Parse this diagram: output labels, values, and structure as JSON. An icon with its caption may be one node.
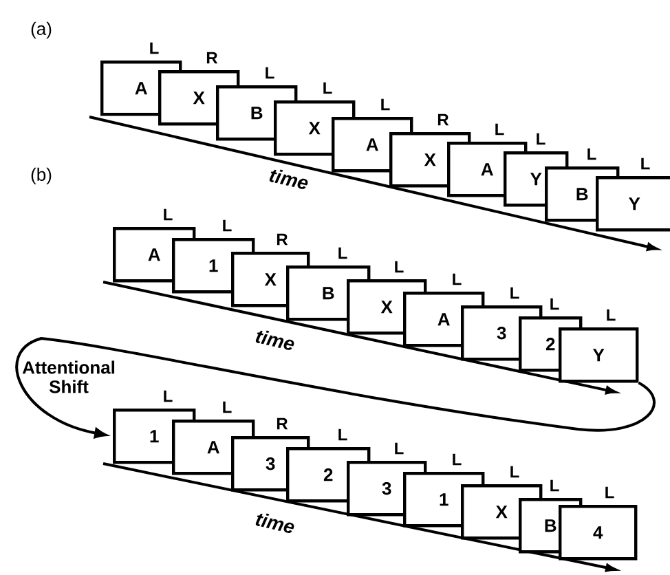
{
  "diagram": {
    "nodes": [
      {
        "text": [
          "A"
        ],
        "beside": [
          "L"
        ]
      },
      {
        "text": [
          "X"
        ],
        "beside": [
          "R"
        ]
      },
      {
        "text": [
          "B"
        ],
        "beside": [
          "L"
        ]
      },
      {
        "text": [
          "X"
        ],
        "beside": [
          "L"
        ]
      },
      {
        "text": [
          "A"
        ],
        "beside": [
          "L"
        ]
      },
      {
        "text": [
          "X"
        ],
        "beside": [
          "R"
        ]
      },
      {
        "text": [
          "A"
        ],
        "beside": [
          "L"
        ]
      },
      {
        "text": [
          "Y"
        ],
        "beside": [
          "L"
        ]
      },
      {
        "text": [
          "B"
        ],
        "beside": [
          "L"
        ]
      },
      {
        "text": [
          "Y"
        ],
        "beside": [
          "L"
        ]
      },
      {
        "text": [
          "A"
        ],
        "beside": [
          "L"
        ]
      },
      {
        "text": [
          "1"
        ],
        "beside": [
          "L"
        ]
      },
      {
        "text": [
          "X"
        ],
        "beside": [
          "R"
        ]
      },
      {
        "text": [
          "B"
        ],
        "beside": [
          "L"
        ]
      },
      {
        "text": [
          "X"
        ],
        "beside": [
          "L"
        ]
      },
      {
        "text": [
          "A"
        ],
        "beside": [
          "L"
        ]
      },
      {
        "text": [
          "3"
        ],
        "beside": [
          "L"
        ]
      },
      {
        "text": [
          "2"
        ],
        "beside": [
          "L"
        ]
      },
      {
        "text": [
          "Y"
        ],
        "beside": [
          "L"
        ]
      },
      {
        "text": [
          "1"
        ],
        "beside": [
          "L"
        ]
      },
      {
        "text": [
          "A"
        ],
        "beside": [
          "L"
        ]
      },
      {
        "text": [
          "3"
        ],
        "beside": [
          "R"
        ]
      },
      {
        "text": [
          "2"
        ],
        "beside": [
          "L"
        ]
      },
      {
        "text": [
          "3"
        ],
        "beside": [
          "L"
        ]
      },
      {
        "text": [
          "1"
        ],
        "beside": [
          "L"
        ]
      },
      {
        "text": [
          "X"
        ],
        "beside": [
          "L"
        ]
      },
      {
        "text": [
          "B"
        ],
        "beside": [
          "L"
        ]
      },
      {
        "text": [
          "4"
        ],
        "beside": [
          "L"
        ]
      }
    ],
    "edges": [
      {
        "from": 18,
        "to": 19,
        "arrow": "to",
        "label": "Attentional Shift"
      }
    ],
    "labels": [
      "(a)",
      "time",
      "(b)",
      "time",
      "time"
    ]
  }
}
